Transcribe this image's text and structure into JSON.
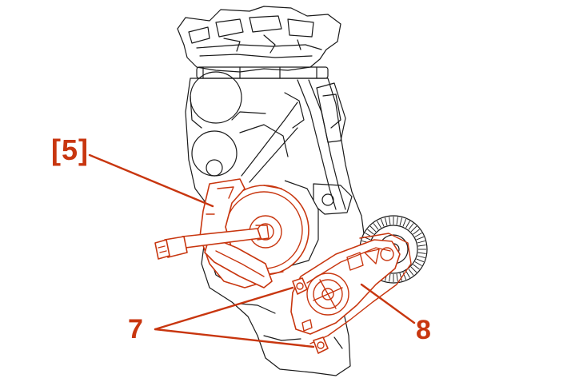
{
  "callouts": {
    "tool_label": "[5]",
    "bolts_label": "7",
    "belt_label": "8"
  },
  "colors": {
    "highlight": "#c8360f",
    "line_art": "#1a1a1a",
    "background": "#ffffff"
  }
}
